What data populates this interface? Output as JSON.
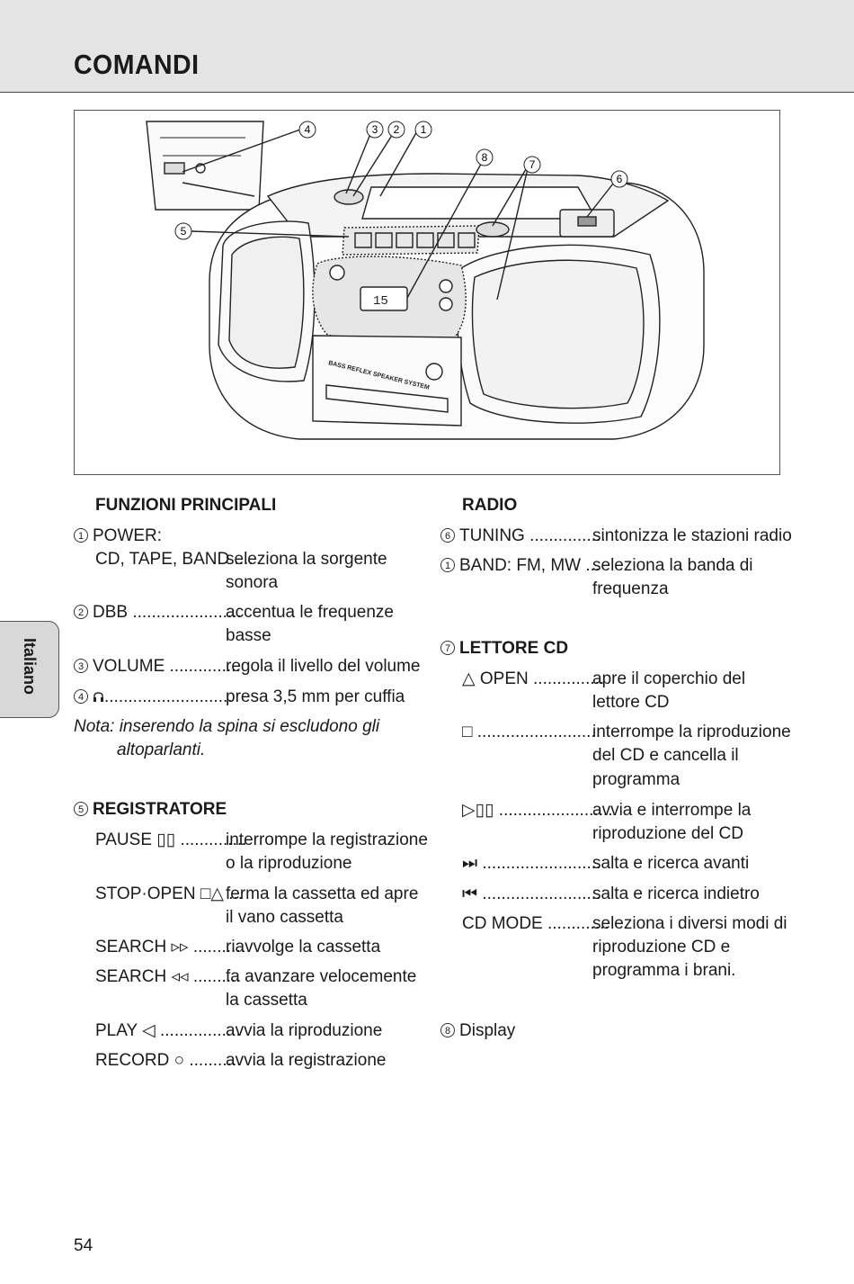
{
  "page": {
    "title": "COMANDI",
    "language_tab": "Italiano",
    "page_number": "54"
  },
  "figure": {
    "callouts": [
      "4",
      "3",
      "2",
      "1",
      "8",
      "7",
      "6",
      "5"
    ],
    "panel_text": "BASS REFLEX SPEAKER SYSTEM",
    "display_text": "15"
  },
  "left": {
    "funzioni": {
      "heading": "FUNZIONI PRINCIPALI",
      "power_num": "1",
      "power_label": "POWER:",
      "source_label": "CD, TAPE, BAND ....",
      "source_desc1": "seleziona la sorgente",
      "source_desc2": "sonora",
      "dbb_num": "2",
      "dbb_label": "DBB .......................",
      "dbb_desc1": "accentua le frequenze",
      "dbb_desc2": "basse",
      "volume_num": "3",
      "volume_label": "VOLUME ...............",
      "volume_desc": "regola il livello del volume",
      "phones_num": "4",
      "phones_label": "...........................",
      "phones_desc": "presa 3,5 mm per cuffia",
      "note1": "Nota: inserendo la spina si escludono gli",
      "note2": "altoparlanti."
    },
    "registratore": {
      "num": "5",
      "heading": "REGISTRATORE",
      "items": [
        {
          "label": "PAUSE ▯▯ ..............",
          "desc1": "interrompe la registrazione",
          "desc2": "o la riproduzione"
        },
        {
          "label": "STOP·OPEN □△ ...",
          "desc1": "ferma la cassetta ed apre",
          "desc2": "il vano cassetta"
        },
        {
          "label": "SEARCH ▹▹ ...........",
          "desc1": "riavvolge la cassetta",
          "desc2": ""
        },
        {
          "label": "SEARCH ◃◃ ..........",
          "desc1": "fa avanzare velocemente",
          "desc2": "la cassetta"
        },
        {
          "label": "PLAY ◁ .................",
          "desc1": "avvia la riproduzione",
          "desc2": ""
        },
        {
          "label": "RECORD ○ ...........",
          "desc1": "avvia la registrazione",
          "desc2": ""
        }
      ]
    }
  },
  "right": {
    "radio": {
      "heading": "RADIO",
      "tuning_num": "6",
      "tuning_label": "TUNING ................",
      "tuning_desc": "sintonizza le stazioni radio",
      "band_num": "1",
      "band_label": "BAND: FM, MW ...",
      "band_desc1": "seleziona la banda di",
      "band_desc2": "frequenza"
    },
    "cd": {
      "num": "7",
      "heading": "LETTORE CD",
      "items": [
        {
          "label": "△ OPEN ...............",
          "desc1": "apre il coperchio del",
          "desc2": "lettore CD",
          "desc3": ""
        },
        {
          "label": "□ ..........................",
          "desc1": "interrompe la riproduzione",
          "desc2": "del CD e cancella il",
          "desc3": "programma"
        },
        {
          "label": "▷▯▯ ........................",
          "desc1": "avvia e interrompe la",
          "desc2": "riproduzione del CD",
          "desc3": ""
        },
        {
          "label": "⏭ .........................",
          "desc1": "salta e ricerca avanti",
          "desc2": "",
          "desc3": ""
        },
        {
          "label": "⏮ .........................",
          "desc1": "salta e ricerca indietro",
          "desc2": "",
          "desc3": ""
        },
        {
          "label": "CD MODE .............",
          "desc1": "seleziona i diversi modi di",
          "desc2": "riproduzione CD e",
          "desc3": "programma i brani."
        }
      ]
    },
    "display": {
      "num": "8",
      "label": "Display"
    }
  }
}
